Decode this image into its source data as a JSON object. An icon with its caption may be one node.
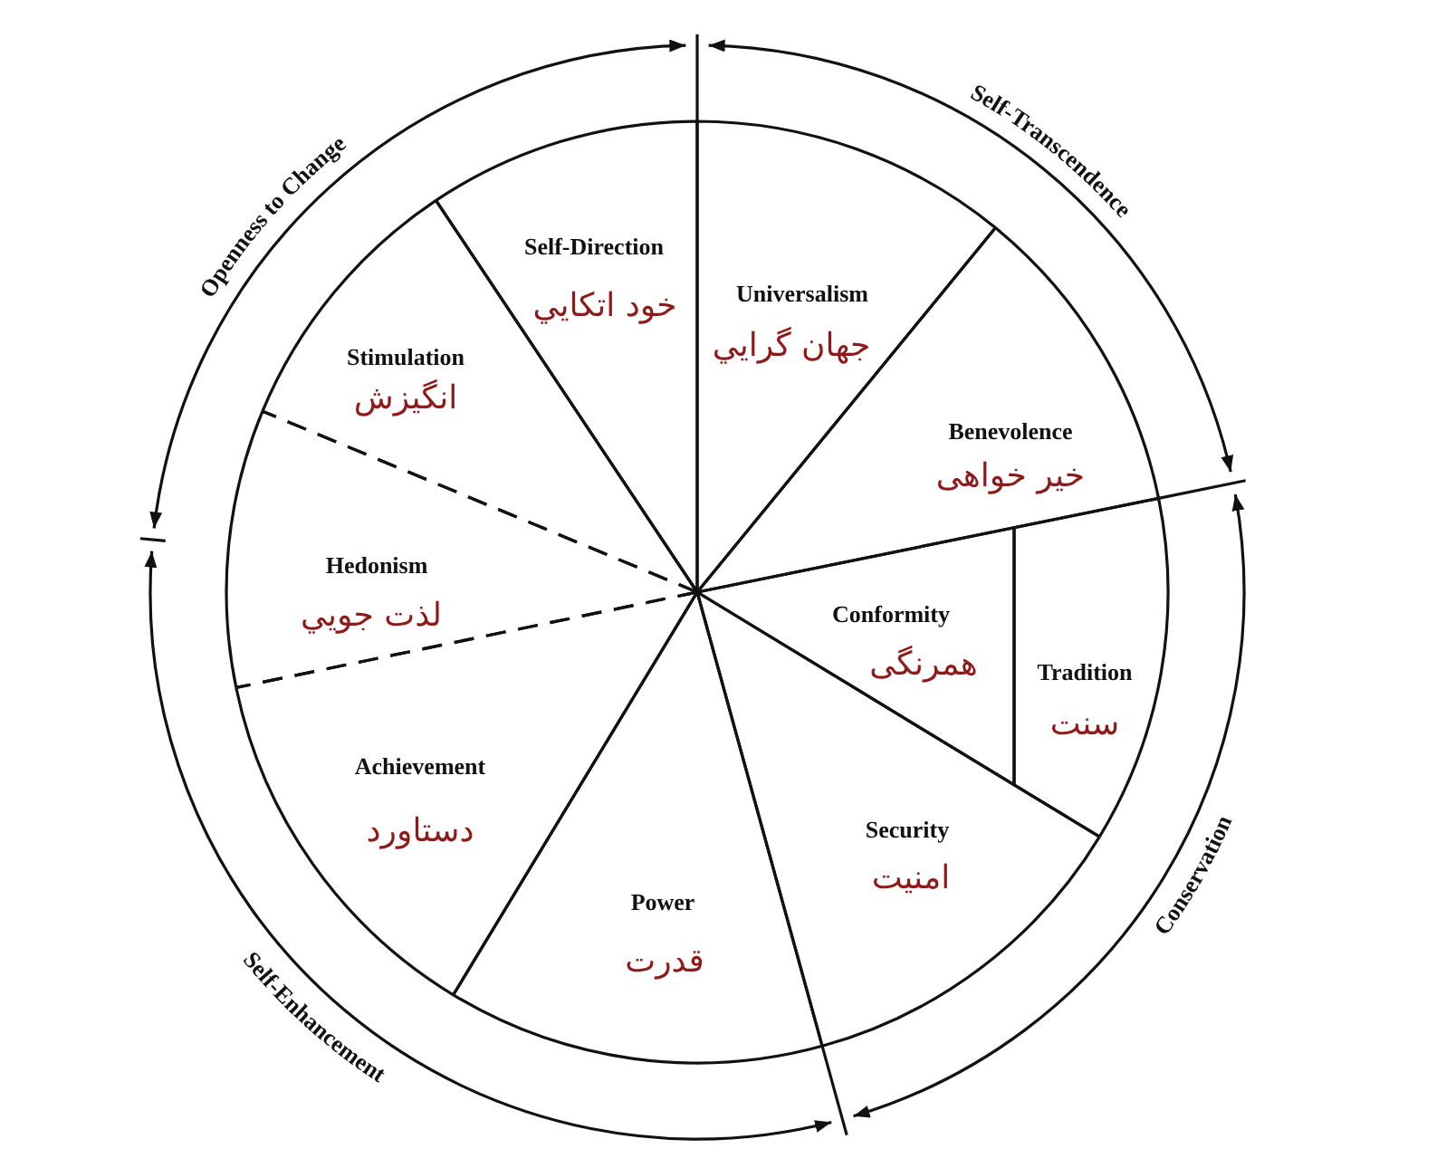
{
  "diagram": {
    "nodes": [
      {
        "text": [
          "Self-Direction",
          "خود اتکايي"
        ]
      },
      {
        "text": [
          "Universalism",
          "جهان گرايي"
        ]
      },
      {
        "text": [
          "Stimulation",
          "انگيزش"
        ]
      },
      {
        "text": [
          "Benevolence",
          "خیر خواهی"
        ]
      },
      {
        "text": [
          "Hedonism",
          "لذت جويي"
        ]
      },
      {
        "text": [
          "Conformity",
          "همرنگی"
        ]
      },
      {
        "text": [
          "Tradition",
          "سنت"
        ]
      },
      {
        "text": [
          "Achievement",
          "دستاورد"
        ]
      },
      {
        "text": [
          "Security",
          "امنیت"
        ]
      },
      {
        "text": [
          "Power",
          "قدرت"
        ]
      }
    ],
    "labels": [
      "Openness to Change",
      "Self-Transcendence",
      "Self-Enhancement",
      "Conservation"
    ]
  }
}
